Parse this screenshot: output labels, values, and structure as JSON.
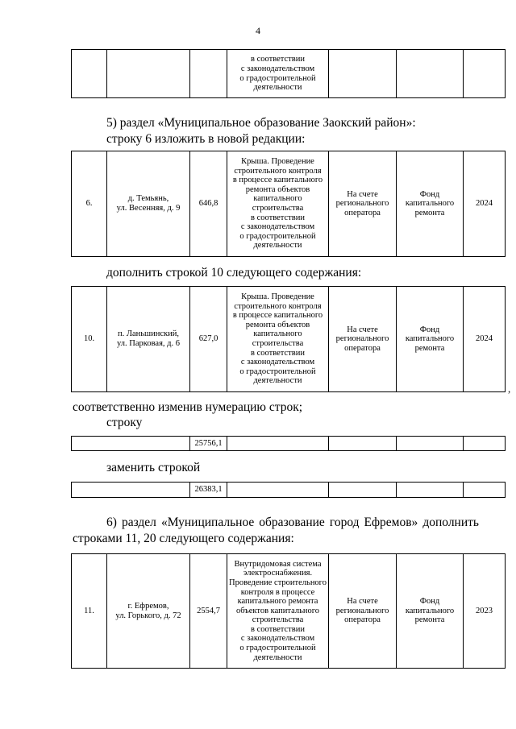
{
  "page_number": "4",
  "top_table_row": {
    "work_lines": [
      "в соответствии",
      "с законодательством",
      "о градостроительной",
      "деятельности"
    ]
  },
  "sections": {
    "s5_intro_line1": "5) раздел «Муниципальное образование Заокский район»:",
    "s5_intro_line2": "строку 6 изложить в новой редакции:",
    "add_row_10": "дополнить строкой 10 следующего содержания:",
    "renumber": "соответственно изменив нумерацию строк;",
    "row_word": "строку",
    "replace_with": "заменить строкой",
    "s6_line1": "6) раздел «Муниципальное образование город Ефремов» дополнить",
    "s6_line2": "строками 11, 20 следующего содержания:",
    "trailing_comma": ","
  },
  "rows": {
    "row6": {
      "num": "6.",
      "address_lines": [
        "д. Темьянь,",
        "ул. Весенняя, д. 9"
      ],
      "area": "646,8",
      "work_lines": [
        "Крыша. Проведение",
        "строительного контроля",
        "в процессе капитального",
        "ремонта объектов",
        "капитального",
        "строительства",
        "в соответствии",
        "с законодательством",
        "о градостроительной",
        "деятельности"
      ],
      "account_lines": [
        "На счете",
        "регионального",
        "оператора"
      ],
      "source_lines": [
        "Фонд",
        "капитального",
        "ремонта"
      ],
      "year": "2024"
    },
    "row10": {
      "num": "10.",
      "address_lines": [
        "п. Ланьшинский,",
        "ул. Парковая, д. 6"
      ],
      "area": "627,0",
      "work_lines": [
        "Крыша. Проведение",
        "строительного контроля",
        "в процессе капитального",
        "ремонта объектов",
        "капитального",
        "строительства",
        "в соответствии",
        "с законодательством",
        "о градостроительной",
        "деятельности"
      ],
      "account_lines": [
        "На счете",
        "регионального",
        "оператора"
      ],
      "source_lines": [
        "Фонд",
        "капитального",
        "ремонта"
      ],
      "year": "2024"
    },
    "total_old": {
      "area": "25756,1"
    },
    "total_new": {
      "area": "26383,1"
    },
    "row11": {
      "num": "11.",
      "address_lines": [
        "г. Ефремов,",
        "ул. Горького, д. 72"
      ],
      "area": "2554,7",
      "work_lines": [
        "Внутридомовая система",
        "электроснабжения.",
        "Проведение строительного",
        "контроля в процессе",
        "капитального ремонта",
        "объектов капитального",
        "строительства",
        "в соответствии",
        "с законодательством",
        "о градостроительной",
        "деятельности"
      ],
      "account_lines": [
        "На счете",
        "регионального",
        "оператора"
      ],
      "source_lines": [
        "Фонд",
        "капитального",
        "ремонта"
      ],
      "year": "2023"
    }
  }
}
